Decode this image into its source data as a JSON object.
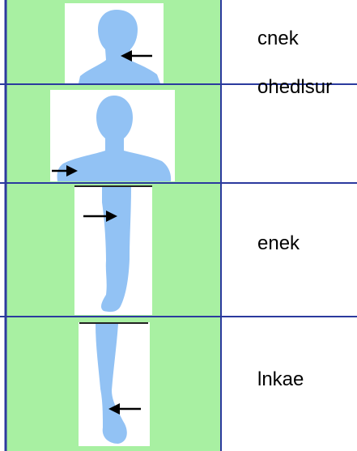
{
  "colors": {
    "green": "#A8F0A2",
    "border": "#2B3A9E",
    "figure": "#92C2F4",
    "arrow": "#000000",
    "card": "#FFFFFF"
  },
  "rows": [
    {
      "part": "neck",
      "word": "cnek"
    },
    {
      "part": "shoulder",
      "word": "ohedlsur"
    },
    {
      "part": "knee",
      "word": "enek"
    },
    {
      "part": "ankle",
      "word": "lnkae"
    }
  ]
}
